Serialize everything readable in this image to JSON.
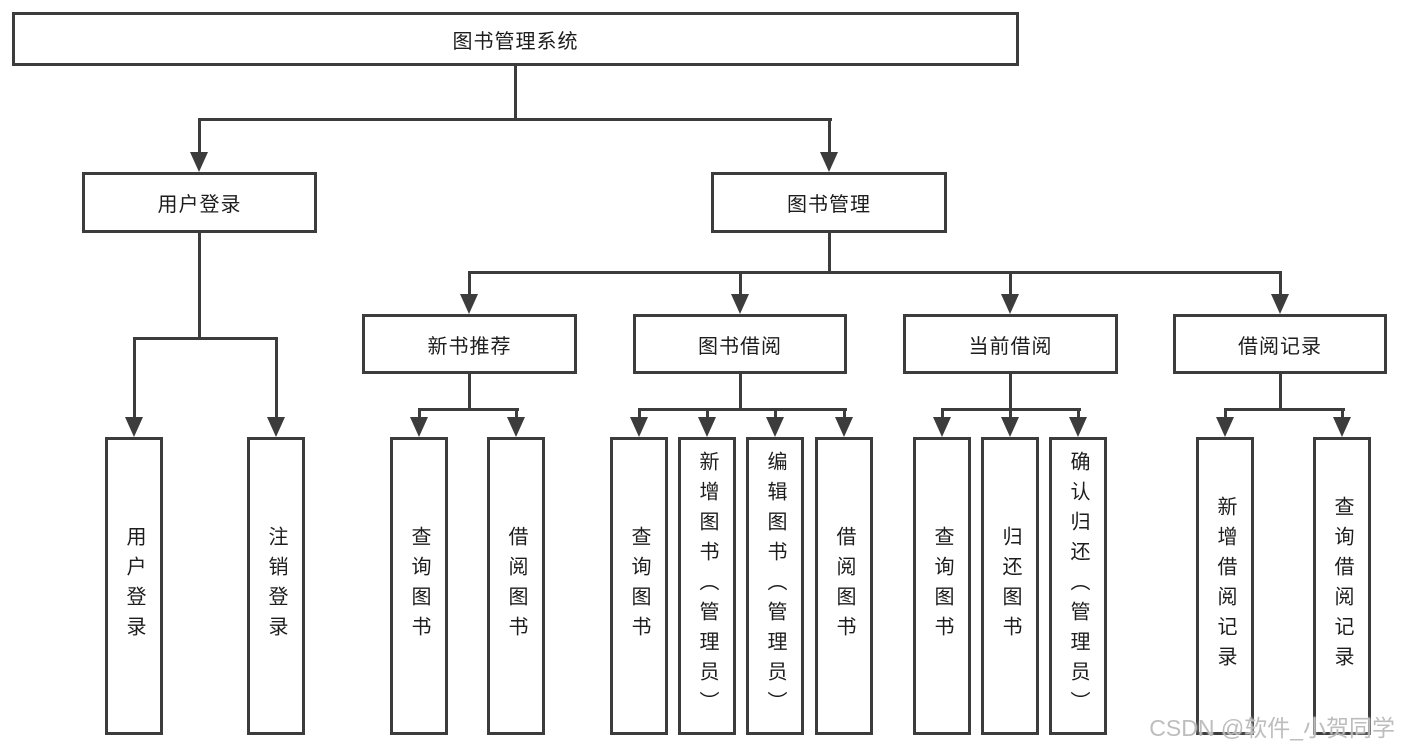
{
  "diagram": {
    "title": "图书管理系统",
    "watermark": "CSDN @软件_小贺同学",
    "colors": {
      "line": "#3c3c3c",
      "text": "#1d1d1d",
      "background": "#ffffff",
      "watermark": "#b9b9b9"
    },
    "nodes": {
      "root": {
        "label": "图书管理系统"
      },
      "user_login": {
        "label": "用户登录",
        "children": [
          "用户登录",
          "注销登录"
        ]
      },
      "book_management": {
        "label": "图书管理"
      },
      "new_books": {
        "label": "新书推荐",
        "children": [
          "查询图书",
          "借阅图书"
        ]
      },
      "book_borrow": {
        "label": "图书借阅",
        "children": [
          "查询图书",
          "新增图书（管理员）",
          "编辑图书（管理员）",
          "借阅图书"
        ]
      },
      "current_borrow": {
        "label": "当前借阅",
        "children": [
          "查询图书",
          "归还图书",
          "确认归还（管理员）"
        ]
      },
      "borrow_records": {
        "label": "借阅记录",
        "children": [
          "新增借阅记录",
          "查询借阅记录"
        ]
      }
    }
  }
}
